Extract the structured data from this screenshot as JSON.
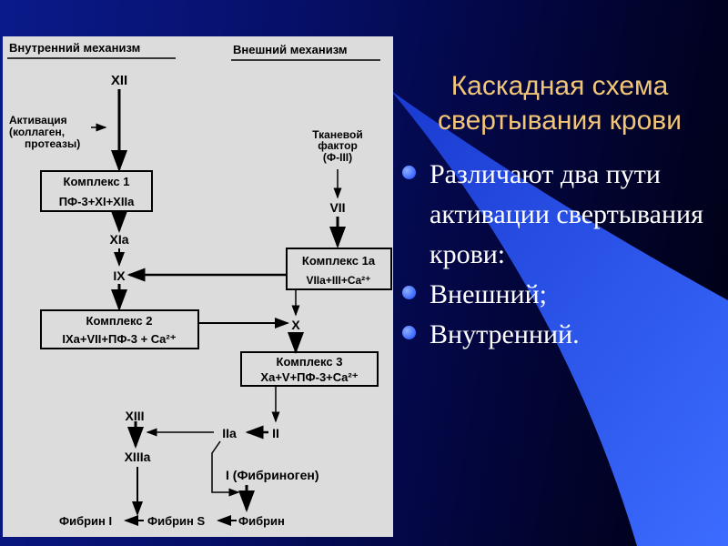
{
  "slide": {
    "title": "Каскадная схема свертывания крови",
    "bullets": [
      "Различают два пути активации свертывания крови:",
      "Внешний;",
      "Внутренний."
    ],
    "colors": {
      "title": "#f2c676",
      "bullet": "#3a66ff",
      "text": "#ffffff"
    }
  },
  "diagram": {
    "headers": {
      "intrinsic": "Внутренний механизм",
      "extrinsic": "Внешний механизм"
    },
    "xii": "XII",
    "activation": [
      "Активация",
      "(коллаген,",
      "протеазы)"
    ],
    "tissue_factor": [
      "Тканевой",
      "фактор",
      "(Ф-III)"
    ],
    "complex1": {
      "title": "Комплекс 1",
      "formula": "ПФ-3+XI+XIIa"
    },
    "vii": "VII",
    "xia": "XIa",
    "complex1a": {
      "title": "Комплекс 1a",
      "formula": "VIIa+III+Ca²⁺"
    },
    "ix": "IX",
    "complex2": {
      "title": "Комплекс 2",
      "formula": "IXa+VII+ПФ-3 + Ca²⁺"
    },
    "x": "X",
    "complex3": {
      "title": "Комплекс 3",
      "formula": "Xa+V+ПФ-3+Ca²⁺"
    },
    "xiii": "XIII",
    "iia": "IIa",
    "ii": "II",
    "xiiia": "XIIIa",
    "fibrinogen": "I (Фибриноген)",
    "fibrin_i": "Фибрин I",
    "fibrin_s": "Фибрин S",
    "fibrin": "Фибрин"
  }
}
